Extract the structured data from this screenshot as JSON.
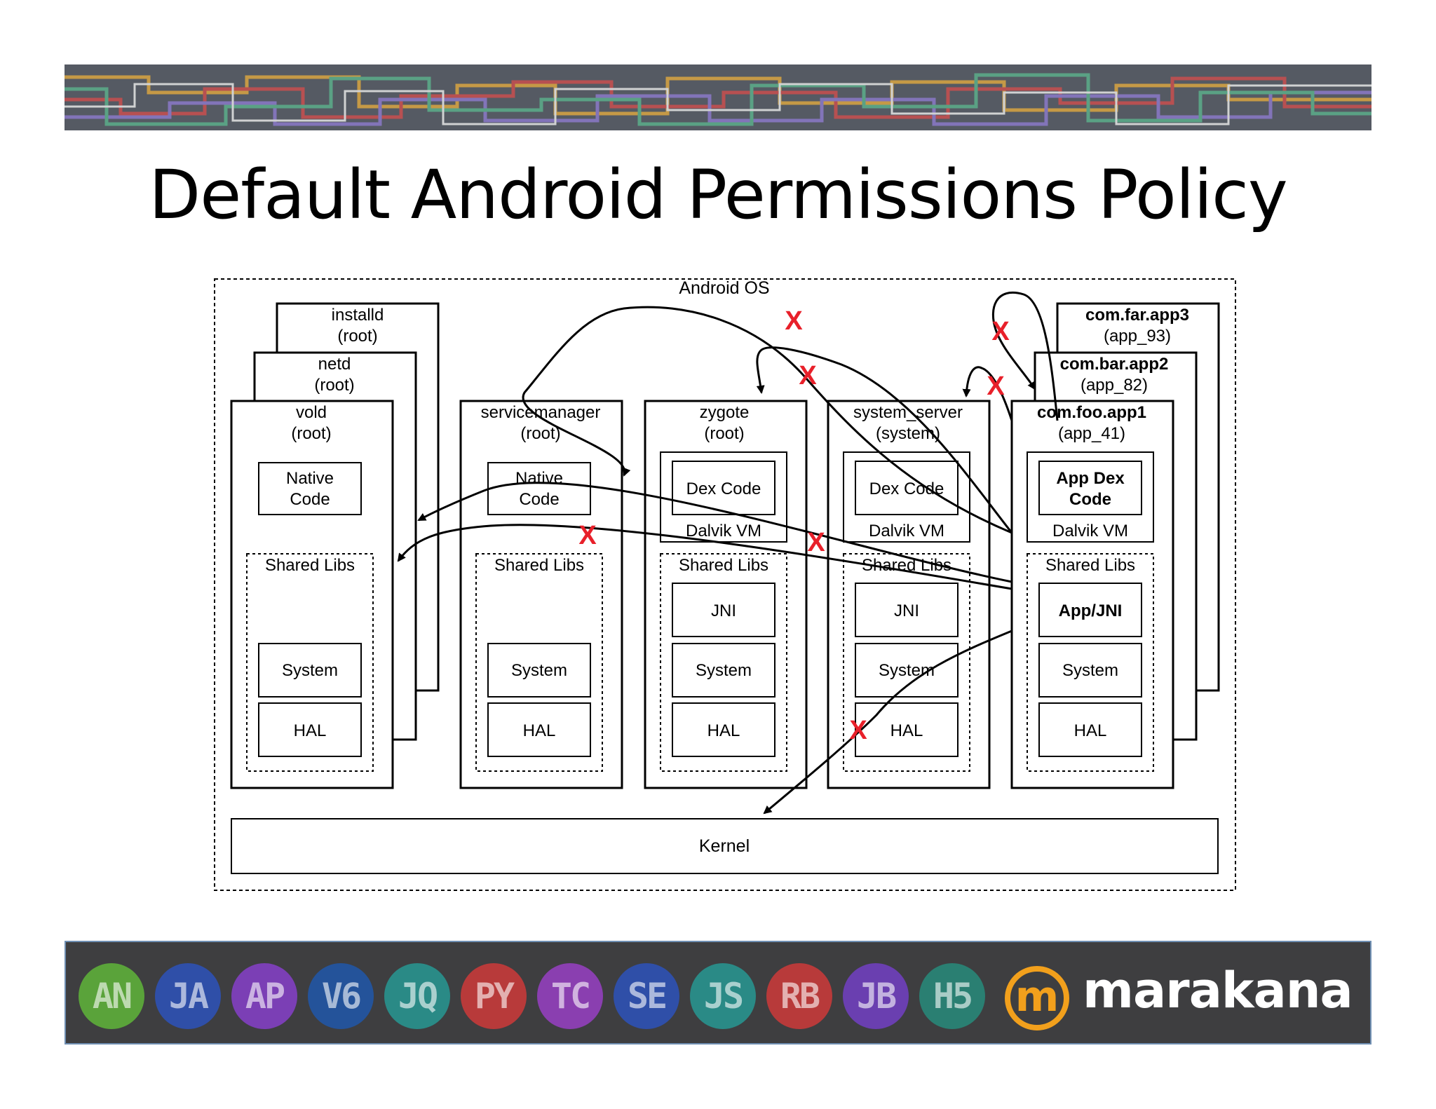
{
  "slide": {
    "title": "Default Android Permissions Policy"
  },
  "diagram": {
    "os_label": "Android OS",
    "kernel": "Kernel",
    "installd": {
      "name": "installd",
      "user": "(root)"
    },
    "netd": {
      "name": "netd",
      "user": "(root)"
    },
    "vold": {
      "name": "vold",
      "user": "(root)",
      "native_code_1": "Native",
      "native_code_2": "Code",
      "shared_libs": "Shared Libs",
      "system": "System",
      "hal": "HAL"
    },
    "servicemanager": {
      "name": "servicemanager",
      "user": "(root)",
      "native_code_1": "Native",
      "native_code_2": "Code",
      "shared_libs": "Shared Libs",
      "system": "System",
      "hal": "HAL"
    },
    "zygote": {
      "name": "zygote",
      "user": "(root)",
      "dex_code": "Dex Code",
      "dalvik": "Dalvik VM",
      "shared_libs": "Shared Libs",
      "jni": "JNI",
      "system": "System",
      "hal": "HAL"
    },
    "system_server": {
      "name": "system_server",
      "user": "(system)",
      "dex_code": "Dex Code",
      "dalvik": "Dalvik VM",
      "shared_libs": "Shared Libs",
      "jni": "JNI",
      "system": "System",
      "hal": "HAL"
    },
    "app3": {
      "name": "com.far.app3",
      "user": "(app_93)"
    },
    "app2": {
      "name": "com.bar.app2",
      "user": "(app_82)"
    },
    "app1": {
      "name": "com.foo.app1",
      "user": "(app_41)",
      "dex_code_1": "App Dex",
      "dex_code_2": "Code",
      "dalvik": "Dalvik VM",
      "shared_libs": "Shared Libs",
      "jni": "App/JNI",
      "system": "System",
      "hal": "HAL"
    },
    "denied_mark": "X",
    "denied_color": "#e8202a"
  },
  "footer": {
    "badges": [
      {
        "label": "AN",
        "color": "#5aa33a"
      },
      {
        "label": "JA",
        "color": "#2f4fa8"
      },
      {
        "label": "AP",
        "color": "#7b3fb5"
      },
      {
        "label": "V6",
        "color": "#24539a"
      },
      {
        "label": "JQ",
        "color": "#2a8a86"
      },
      {
        "label": "PY",
        "color": "#b83a3a"
      },
      {
        "label": "TC",
        "color": "#8a3fb0"
      },
      {
        "label": "SE",
        "color": "#2f4fa8"
      },
      {
        "label": "JS",
        "color": "#2a8a86"
      },
      {
        "label": "RB",
        "color": "#b83a3a"
      },
      {
        "label": "JB",
        "color": "#6a3fb0"
      },
      {
        "label": "H5",
        "color": "#2a7f72"
      }
    ],
    "logo_letter": "m",
    "logo_word": "marakana",
    "logo_color": "#f2a01c"
  }
}
